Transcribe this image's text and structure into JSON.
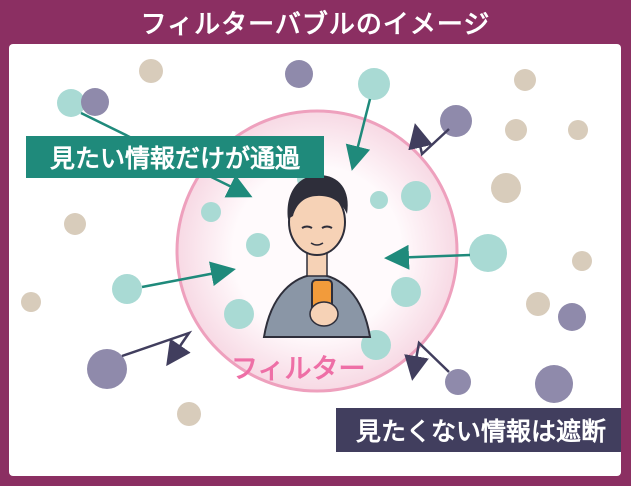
{
  "title": "フィルターバブルのイメージ",
  "labels": {
    "pass": "見たい情報だけが通過",
    "block": "見たくない情報は遮断",
    "filter": "フィルター"
  },
  "colors": {
    "frame": "#8b2f62",
    "pass_label_bg": "#1f8a7b",
    "block_label_bg": "#413e5e",
    "filter_text": "#ee6fa6",
    "bubble_fill": "#fbe9ef",
    "bubble_stroke": "#eea0bd",
    "wanted_dot": "#a9dad4",
    "unwanted_dot_dark": "#8f8aab",
    "unwanted_dot_light": "#d8ccbb"
  },
  "icons": {
    "person": "person-with-smartphone-icon"
  }
}
